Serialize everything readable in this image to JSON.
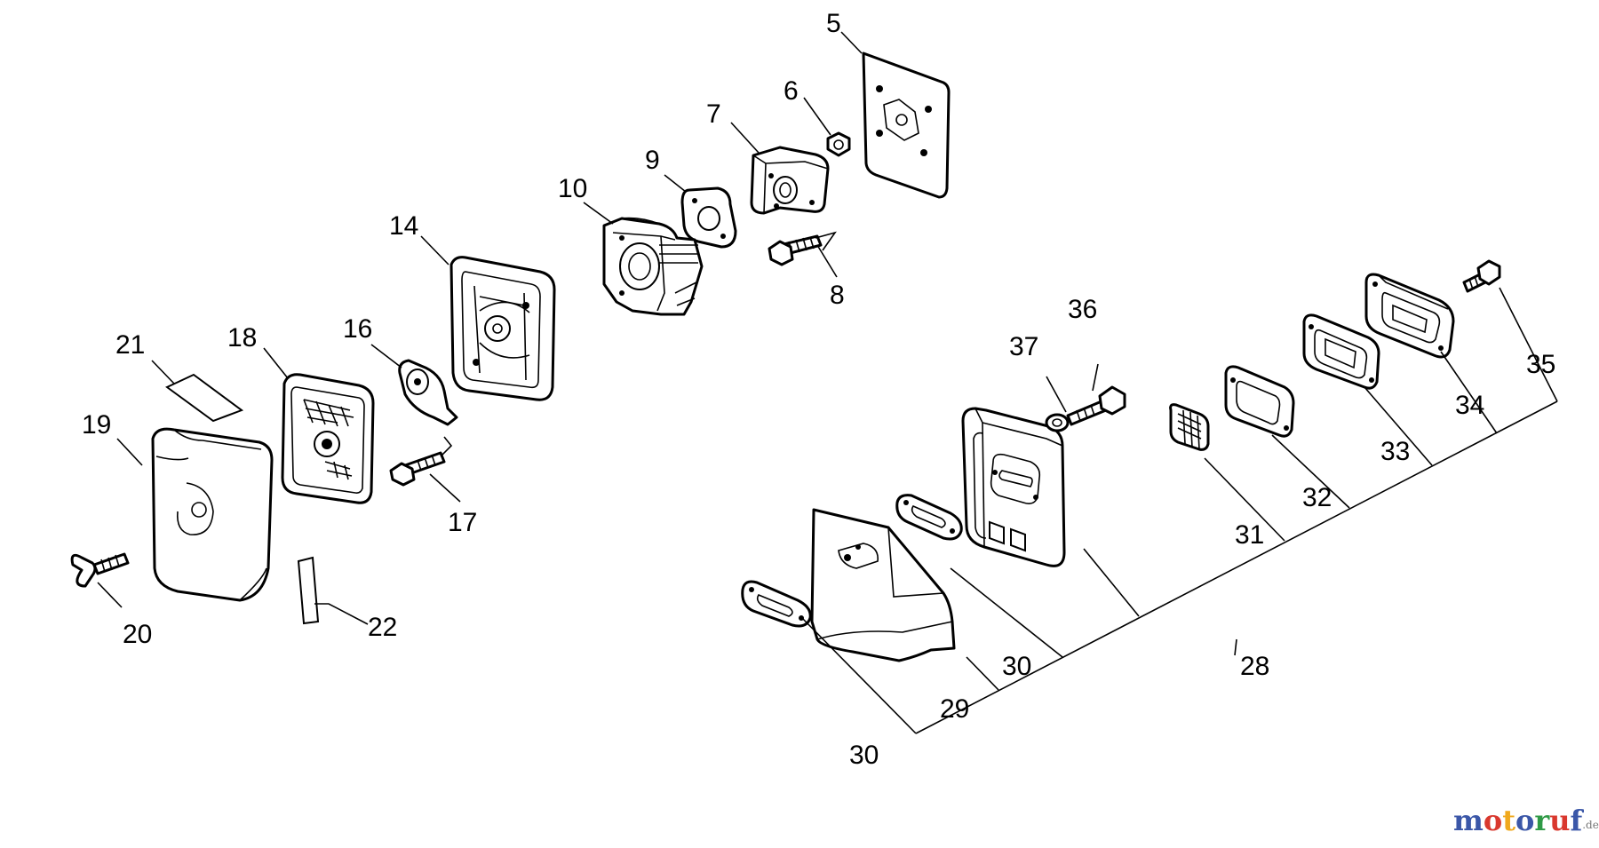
{
  "labels": {
    "p5": "5",
    "p6": "6",
    "p7": "7",
    "p8": "8",
    "p9": "9",
    "p10": "10",
    "p14": "14",
    "p16": "16",
    "p17": "17",
    "p18": "18",
    "p19": "19",
    "p20": "20",
    "p21": "21",
    "p22": "22",
    "p28": "28",
    "p29": "29",
    "p30a": "30",
    "p30b": "30",
    "p31": "31",
    "p32": "32",
    "p33": "33",
    "p34": "34",
    "p35": "35",
    "p36": "36",
    "p37": "37"
  },
  "watermark": {
    "brand": "motoruf",
    "tld": ".de",
    "colors": [
      "#3b57a8",
      "#d9382e",
      "#f0a81c",
      "#3b57a8",
      "#2f9a46",
      "#d9382e",
      "#3b57a8"
    ]
  }
}
